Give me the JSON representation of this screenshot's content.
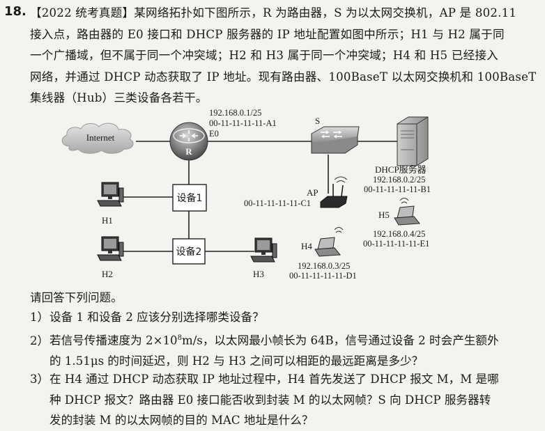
{
  "question": {
    "number": "18.",
    "stem_lines": [
      "【2022 统考真题】某网络拓扑如下图所示，R 为路由器，S 为以太网交换机，AP 是 802.11",
      "接入点，路由器的 E0 接口和 DHCP 服务器的 IP 地址配置如图中所示；H1 与 H2 属于同",
      "一个广播域，但不属于同一个冲突域；H2 和 H3 属于同一个冲突域；H4 和 H5 已经接入",
      "网络，并通过 DHCP 动态获取了 IP 地址。现有路由器、100BaseT 以太网交换机和 100BaseT",
      "集线器（Hub）三类设备各若干。"
    ]
  },
  "diagram": {
    "internet": "Internet",
    "router": {
      "label": "R",
      "ip": "192.168.0.1/25",
      "mac": "00-11-11-11-11-A1",
      "port": "E0"
    },
    "switch": {
      "label": "S"
    },
    "dhcp": {
      "name": "DHCP服务器",
      "ip": "192.168.0.2/25",
      "mac": "00-11-11-11-11-B1"
    },
    "ap": {
      "label": "AP",
      "mac": "00-11-11-11-11-C1"
    },
    "device1": "设备1",
    "device2": "设备2",
    "h1": "H1",
    "h2": "H2",
    "h3": "H3",
    "h4": {
      "label": "H4",
      "ip": "192.168.0.3/25",
      "mac": "00-11-11-11-11-D1"
    },
    "h5": {
      "label": "H5",
      "ip": "192.168.0.4/25",
      "mac": "00-11-11-11-11-E1"
    }
  },
  "prompt": "请回答下列问题。",
  "subquestions": [
    {
      "label": "1）",
      "lines": [
        "设备 1 和设备 2 应该分别选择哪类设备？"
      ]
    },
    {
      "label": "2）",
      "line1_pre": "若信号传播速度为 2×10",
      "line1_sup": "8",
      "line1_post": "m/s，以太网最小帧长为 64B，信号通过设备 2 时会产生额外",
      "line2": "的 1.51μs 的时间延迟，则 H2 与 H3 之间可以相距的最远距离是多少？"
    },
    {
      "label": "3）",
      "lines": [
        "在 H4 通过 DHCP 动态获取 IP 地址过程中，H4 首先发送了 DHCP 报文 M，M 是哪",
        "种 DHCP 报文？路由器 E0 接口能否收到封装 M 的以太网帧？S 向 DHCP 服务器转",
        "发的封装 M 的以太网帧的目的 MAC 地址是什么？"
      ]
    }
  ]
}
